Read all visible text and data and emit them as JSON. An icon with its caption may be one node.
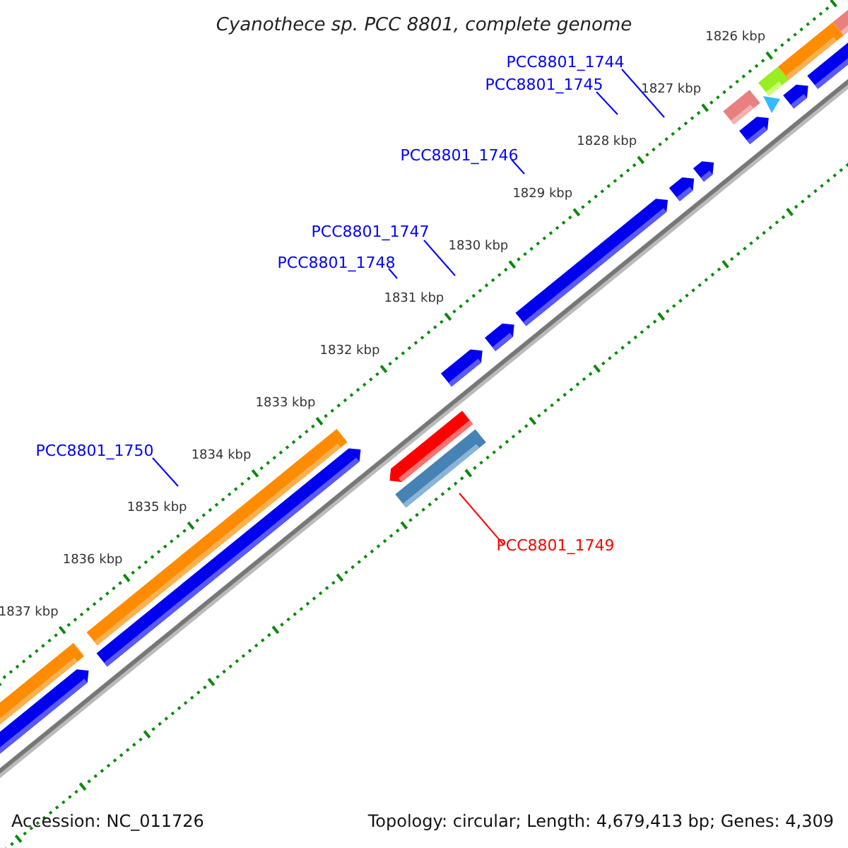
{
  "diagram": {
    "title": "Cyanothece sp. PCC 8801, complete genome",
    "nodes": [
      {
        "text": [
          "PCC8801_1744"
        ]
      },
      {
        "text": [
          "PCC8801_1745"
        ]
      },
      {
        "text": [
          "PCC8801_1746"
        ]
      },
      {
        "text": [
          "PCC8801_1747"
        ]
      },
      {
        "text": [
          "PCC8801_1748"
        ]
      },
      {
        "text": [
          "PCC8801_1750"
        ]
      },
      {
        "text": [
          "PCC8801_1749"
        ]
      }
    ],
    "edges": [
      {
        "from": 0,
        "to": null,
        "arrow": "none"
      },
      {
        "from": 1,
        "to": null,
        "arrow": "none"
      },
      {
        "from": 2,
        "to": null,
        "arrow": "none"
      },
      {
        "from": 3,
        "to": null,
        "arrow": "none"
      },
      {
        "from": 4,
        "to": null,
        "arrow": "none"
      },
      {
        "from": 5,
        "to": null,
        "arrow": "none"
      },
      {
        "from": 6,
        "to": null,
        "arrow": "none",
        "color": "#ff0000"
      }
    ],
    "labels": [
      "1826 kbp",
      "1827 kbp",
      "1828 kbp",
      "1829 kbp",
      "1830 kbp",
      "1831 kbp",
      "1832 kbp",
      "1833 kbp",
      "1834 kbp",
      "1835 kbp",
      "1836 kbp",
      "1837 kbp",
      "Accession: NC_011726",
      "Topology: circular; Length: 4,679,413 bp; Genes: 4,309"
    ]
  }
}
